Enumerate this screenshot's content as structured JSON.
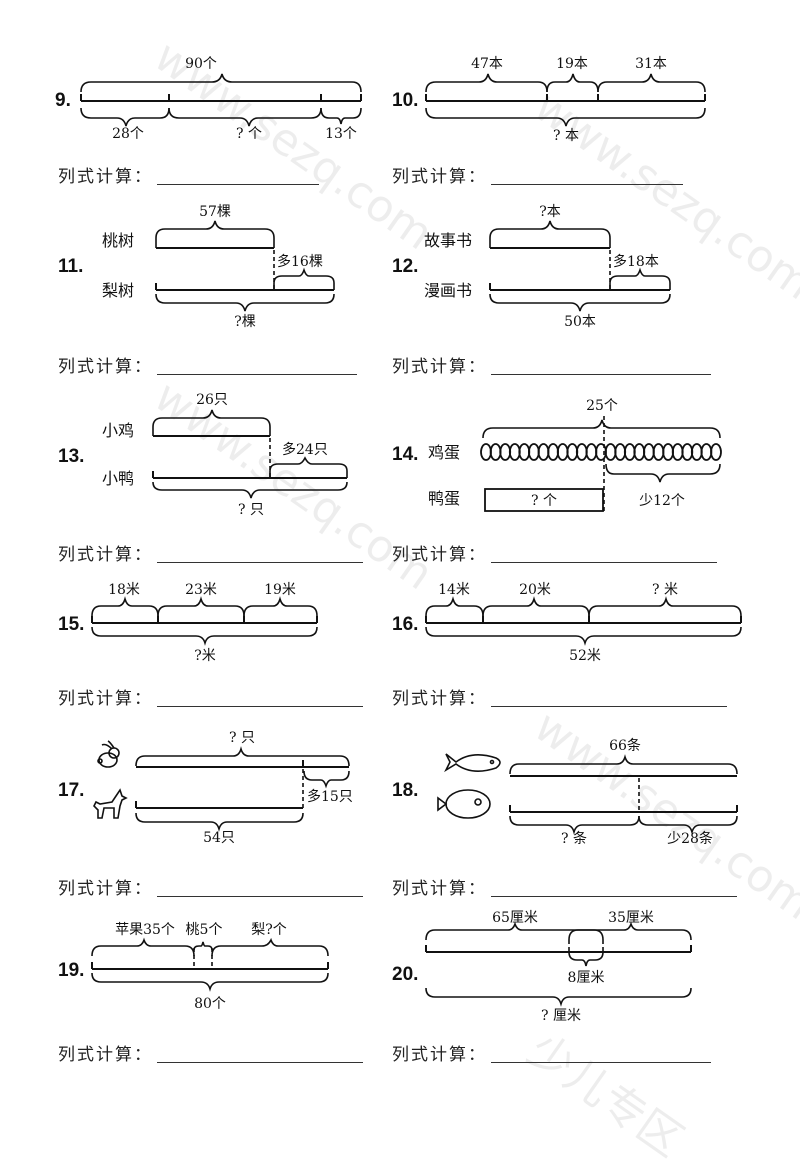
{
  "answer_label": "列式计算：",
  "watermark": {
    "cn": "少儿专区",
    "url": "www.sezq.com"
  },
  "problems": {
    "p9": {
      "num": "9.",
      "top": "90个",
      "b1": "28个",
      "b2": "? 个",
      "b3": "13个"
    },
    "p10": {
      "num": "10.",
      "t1": "47本",
      "t2": "19本",
      "t3": "31本",
      "bottom": "? 本"
    },
    "p11": {
      "num": "11.",
      "row1": "桃树",
      "row2": "梨树",
      "top": "57棵",
      "diff": "多16棵",
      "bottom": "?棵"
    },
    "p12": {
      "num": "12.",
      "row1": "故事书",
      "row2": "漫画书",
      "top": "?本",
      "diff": "多18本",
      "bottom": "50本"
    },
    "p13": {
      "num": "13.",
      "row1": "小鸡",
      "row2": "小鸭",
      "top": "26只",
      "diff": "多24只",
      "bottom": "? 只"
    },
    "p14": {
      "num": "14.",
      "row1": "鸡蛋",
      "row2": "鸭蛋",
      "top": "25个",
      "box": "? 个",
      "diff": "少12个",
      "egg_count": 25
    },
    "p15": {
      "num": "15.",
      "t1": "18米",
      "t2": "23米",
      "t3": "19米",
      "bottom": "?米"
    },
    "p16": {
      "num": "16.",
      "t1": "14米",
      "t2": "20米",
      "t3": "? 米",
      "bottom": "52米"
    },
    "p17": {
      "num": "17.",
      "row1_icon": "rabbit",
      "row2_icon": "dog",
      "top": "? 只",
      "diff": "多15只",
      "bottom": "54只"
    },
    "p18": {
      "num": "18.",
      "row1_icon": "fish",
      "row2_icon": "flatfish",
      "top": "66条",
      "b1": "? 条",
      "b2": "少28条"
    },
    "p19": {
      "num": "19.",
      "t1": "苹果35个",
      "t2": "桃5个",
      "t3": "梨?个",
      "bottom": "80个"
    },
    "p20": {
      "num": "20.",
      "t1": "65厘米",
      "t2": "35厘米",
      "overlap": "8厘米",
      "bottom": "? 厘米"
    }
  }
}
